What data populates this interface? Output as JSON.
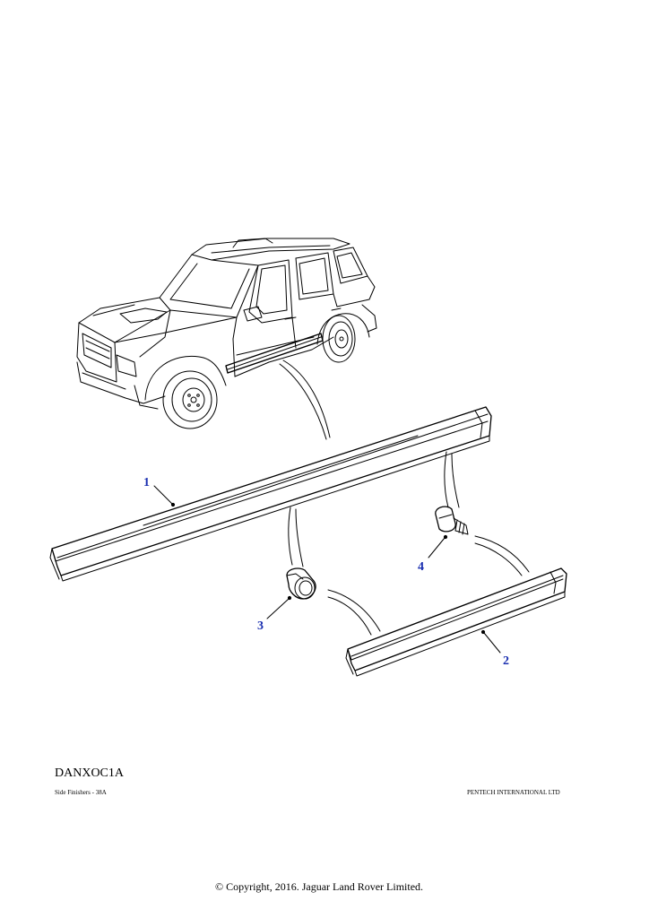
{
  "callouts": [
    {
      "id": "1",
      "label": "1",
      "part": "finisher-long"
    },
    {
      "id": "2",
      "label": "2",
      "part": "finisher-short"
    },
    {
      "id": "3",
      "label": "3",
      "part": "clip-grommet"
    },
    {
      "id": "4",
      "label": "4",
      "part": "screw"
    }
  ],
  "caption": {
    "code": "DANXOC1A",
    "title": "Side Finishers - 38A",
    "vendor": "PENTECH INTERNATIONAL LTD"
  },
  "footer": {
    "copyright": "© Copyright, 2016. Jaguar Land Rover Limited."
  },
  "colors": {
    "line": "#000000",
    "callout": "#1a2fb0",
    "background": "#ffffff"
  }
}
